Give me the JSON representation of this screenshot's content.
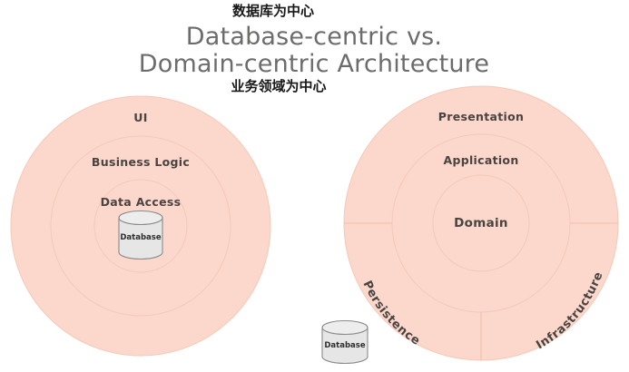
{
  "title": {
    "line1": "Database-centric vs.",
    "line2": "Domain-centric Architecture",
    "annotation_top": "数据库为中心",
    "annotation_bottom": "业务领域为中心"
  },
  "colors": {
    "ring_fill": "#fbd7cc",
    "ring_stroke": "#f6c9b6",
    "divider": "#f3bda7",
    "title_text": "#6e6c6b",
    "label_text": "#4a4441",
    "annotation_text": "#18181a",
    "cylinder_fill": "#e6e6e6",
    "cylinder_stroke": "#8a8a8a",
    "background": "#ffffff"
  },
  "left_diagram": {
    "name": "Database-centric Architecture",
    "rings": [
      {
        "label": "UI",
        "order": 1
      },
      {
        "label": "Business Logic",
        "order": 2
      },
      {
        "label": "Data Access",
        "order": 3
      }
    ],
    "center_element": {
      "label": "Database",
      "shape": "cylinder"
    }
  },
  "right_diagram": {
    "name": "Domain-centric Architecture",
    "rings": [
      {
        "label": "Presentation",
        "order": 1
      },
      {
        "label": "Application",
        "order": 2
      },
      {
        "label": "Domain",
        "order": 3
      }
    ],
    "outer_sectors": [
      {
        "label": "Presentation",
        "position": "top"
      },
      {
        "label": "Persistence",
        "position": "bottom-left"
      },
      {
        "label": "Infrastructure",
        "position": "bottom-right"
      }
    ]
  },
  "external_element": {
    "label": "Database",
    "shape": "cylinder"
  }
}
